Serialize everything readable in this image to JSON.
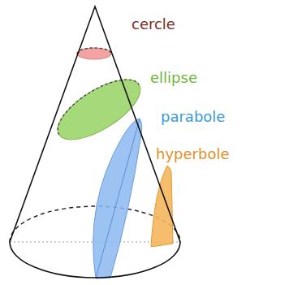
{
  "diagram": {
    "labels": [
      "cercle",
      "ellipse",
      "parabole",
      "hyperbole"
    ]
  }
}
